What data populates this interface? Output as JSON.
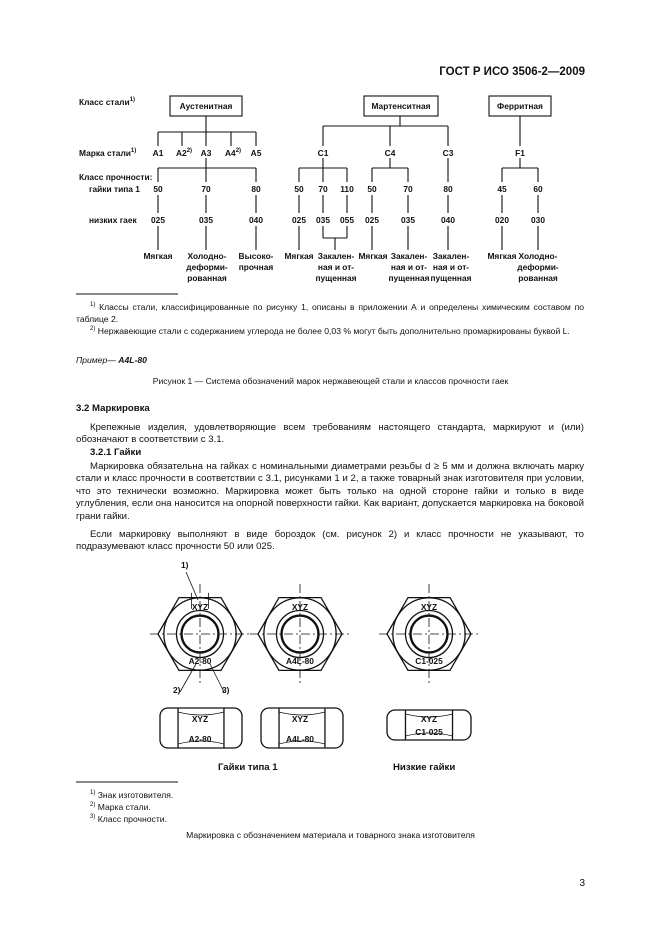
{
  "header": {
    "standard": "ГОСТ Р ИСО 3506-2—2009"
  },
  "figure1": {
    "row_labels": {
      "steel_class": "Класс стали",
      "steel_class_sup": "1)",
      "steel_grade": "Марка стали",
      "steel_grade_sup": "1)",
      "strength_class": "Класс прочности:",
      "nuts_type1": "гайки типа 1",
      "low_nuts": "низких гаек"
    },
    "classes": [
      "Аустенитная",
      "Мартенситная",
      "Ферритная"
    ],
    "grades": {
      "A1": "A1",
      "A2": "A2",
      "A2_sup": "2)",
      "A3": "A3",
      "A4": "A4",
      "A4_sup": "2)",
      "A5": "A5",
      "C1": "C1",
      "C4": "C4",
      "C3": "C3",
      "F1": "F1"
    },
    "strength_type1": {
      "aust_50": "50",
      "aust_70": "70",
      "aust_80": "80",
      "c1_50": "50",
      "c1_70": "70",
      "c1_110": "110",
      "c4_50": "50",
      "c4_70": "70",
      "c3_80": "80",
      "f1_45": "45",
      "f1_60": "60"
    },
    "strength_low": {
      "aust_025": "025",
      "aust_035": "035",
      "aust_040": "040",
      "c1_025": "025",
      "c1_035": "035",
      "c1_055": "055",
      "c4_025": "025",
      "c4_035": "035",
      "c3_040": "040",
      "f1_020": "020",
      "f1_030": "030"
    },
    "states": {
      "soft": "Мягкая",
      "cold_worked": [
        "Холодно-",
        "деформи-",
        "рованная"
      ],
      "high_strength": [
        "Высоко-",
        "прочная"
      ],
      "soft2": "Мягкая",
      "hardened_tempered": [
        "Закален-",
        "ная и от-",
        "пущенная"
      ],
      "soft3": "Мягкая",
      "hardened_tempered2": [
        "Закален-",
        "ная и от-",
        "пущенная"
      ],
      "hardened_tempered3": [
        "Закален-",
        "ная и от-",
        "пущенная"
      ],
      "soft4": "Мягкая",
      "cold_worked2": [
        "Холодно-",
        "деформи-",
        "рованная"
      ]
    },
    "footnotes": {
      "fn1_mark": "1)",
      "fn1": "Классы стали, классифицированные по рисунку 1, описаны в приложении А и определены химическим составом по таблице 2.",
      "fn2_mark": "2)",
      "fn2": "Нержавеющие стали с содержанием углерода не более 0,03 % могут быть дополнительно промаркированы буквой L."
    },
    "example_label": "Пример—",
    "example_value": "A4L-80",
    "caption": "Рисунок 1 — Система обозначений марок нержавеющей стали и классов прочности гаек"
  },
  "section_3_2": {
    "heading": "3.2  Маркировка",
    "text": "Крепежные изделия, удовлетворяющие всем требованиям настоящего стандарта, маркируют и (или) обозначают в соответствии с 3.1.",
    "sub_heading": "3.2.1  Гайки",
    "p1": "Маркировка обязательна на гайках с номинальными диаметрами резьбы d ≥ 5 мм и должна включать марку стали и класс прочности в соответствии с 3.1, рисунками 1 и 2, а также товарный знак изготовителя при условии, что это технически возможно. Маркировка может быть только на одной стороне гайки и только в виде углубления, если она наносится на опорной поверхности гайки. Как вариант, допускается маркировка на боковой грани гайки.",
    "p2": "Если маркировку выполняют в виде бороздок (см. рисунок 2) и класс прочности не указывают, то подразумевают класс прочности 50 или 025."
  },
  "figure2": {
    "maker": "XYZ",
    "marks": [
      "A2-80",
      "A4L-80",
      "C1-025"
    ],
    "callouts": [
      "1)",
      "2)",
      "3)"
    ],
    "label_type1": "Гайки типа 1",
    "label_low": "Низкие гайки",
    "footnotes": [
      {
        "mark": "1)",
        "text": "Знак изготовителя."
      },
      {
        "mark": "2)",
        "text": "Марка стали."
      },
      {
        "mark": "3)",
        "text": "Класс прочности."
      }
    ],
    "caption": "Маркировка с обозначением материала и товарного знака изготовителя"
  },
  "page_number": "3"
}
